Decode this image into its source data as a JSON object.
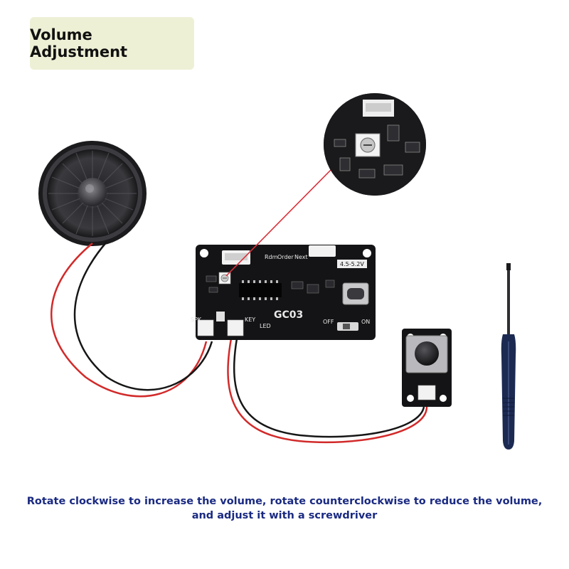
{
  "title": "Volume Adjustment",
  "caption": "Rotate clockwise to increase the volume, rotate counterclockwise to reduce the volume, and adjust it with a screwdriver",
  "board": {
    "model": "GC03",
    "voltage": "4.5-5.2V",
    "mode_labels": [
      "Rdm",
      "Order",
      "Next"
    ],
    "port_labels": {
      "speaker": "SPK",
      "key": "KEY",
      "led": "LED",
      "off": "OFF",
      "on": "ON"
    }
  },
  "colors": {
    "title_background": "#eef0d6",
    "caption_text": "#1a2a82",
    "pointer_line": "#d9303a",
    "board": "#141416",
    "screwdriver_handle": "#1c2a52"
  }
}
